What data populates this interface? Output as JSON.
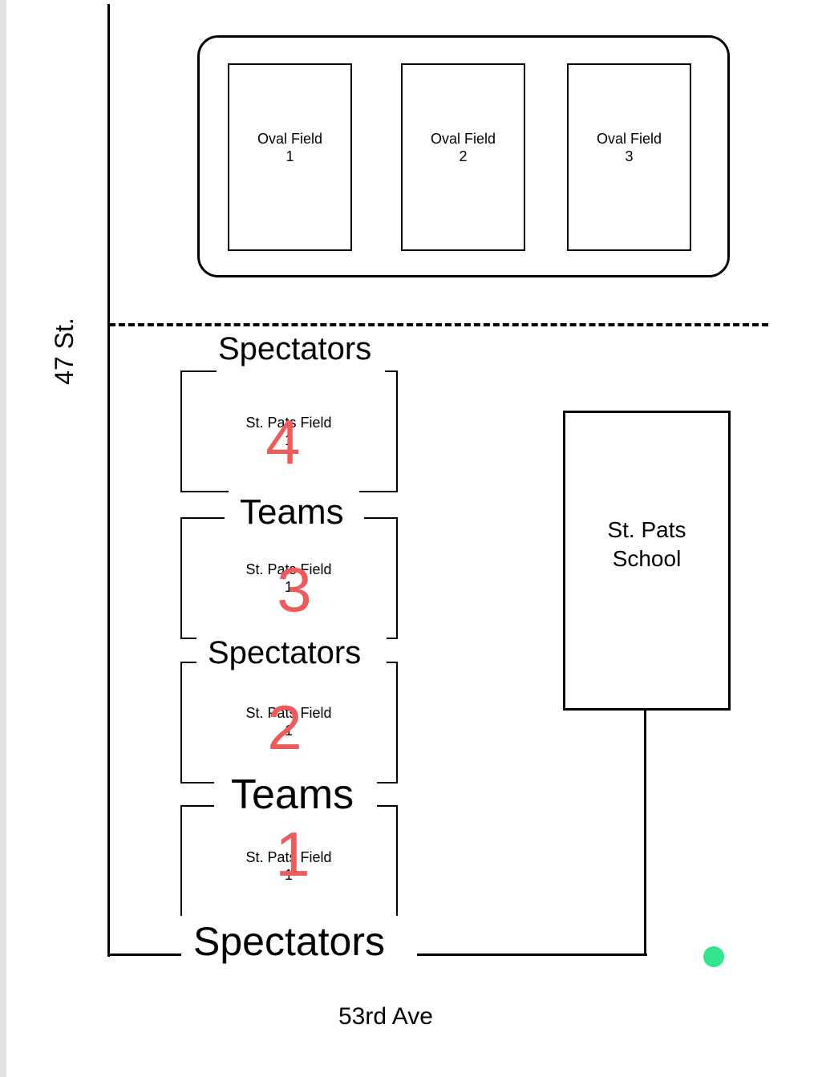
{
  "streets": {
    "west": "47 St.",
    "south": "53rd Ave"
  },
  "oval_fields": [
    {
      "line1": "Oval Field",
      "line2": "1"
    },
    {
      "line1": "Oval Field",
      "line2": "2"
    },
    {
      "line1": "Oval Field",
      "line2": "3"
    }
  ],
  "st_pats_fields": [
    {
      "number": "4",
      "label": "St. Pats Field",
      "sub": "1"
    },
    {
      "number": "3",
      "label": "St. Pats Field",
      "sub": "1"
    },
    {
      "number": "2",
      "label": "St. Pats Field",
      "sub": "1"
    },
    {
      "number": "1",
      "label": "St. Pats Field",
      "sub": "1"
    }
  ],
  "zones": {
    "top": "Spectators",
    "between_4_3": "Teams",
    "between_3_2": "Spectators",
    "between_2_1": "Teams",
    "bottom": "Spectators"
  },
  "school": {
    "line1": "St. Pats",
    "line2": "School"
  },
  "colors": {
    "field_number": "#ef5a5a",
    "marker_dot": "#33e58c"
  }
}
